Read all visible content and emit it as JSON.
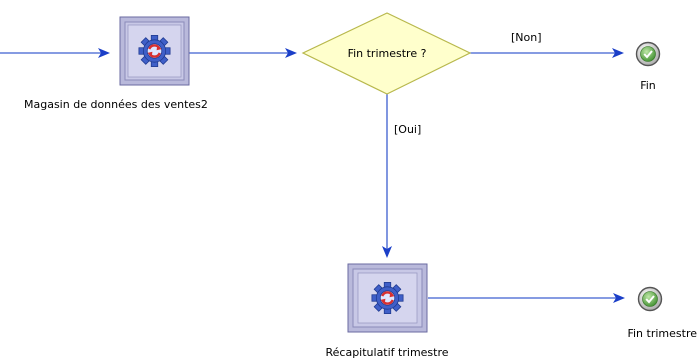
{
  "colors": {
    "connector": "#3d5fd0",
    "arrowhead": "#1b3fc8",
    "node_fill": "#b9b9db",
    "node_border": "#6a6aa0",
    "decision_fill": "#ffffcc",
    "decision_border": "#b8b84c",
    "gear_fill": "#3f5fc8",
    "cycle_arrows": "#d83030",
    "end_check": "#3e8e2e"
  },
  "nodes": {
    "activity_sales": {
      "label": "Magasin de données des ventes2",
      "icon": "gear-cycle-icon"
    },
    "decision": {
      "label": "Fin trimestre ?"
    },
    "end_fin": {
      "label": "Fin",
      "icon": "checkmark-end-icon"
    },
    "activity_summary": {
      "label": "Récapitulatif trimestre",
      "icon": "gear-cycle-icon"
    },
    "end_quarter": {
      "label": "Fin trimestre",
      "icon": "checkmark-end-icon"
    }
  },
  "flows": {
    "non": "[Non]",
    "oui": "[Oui]"
  }
}
